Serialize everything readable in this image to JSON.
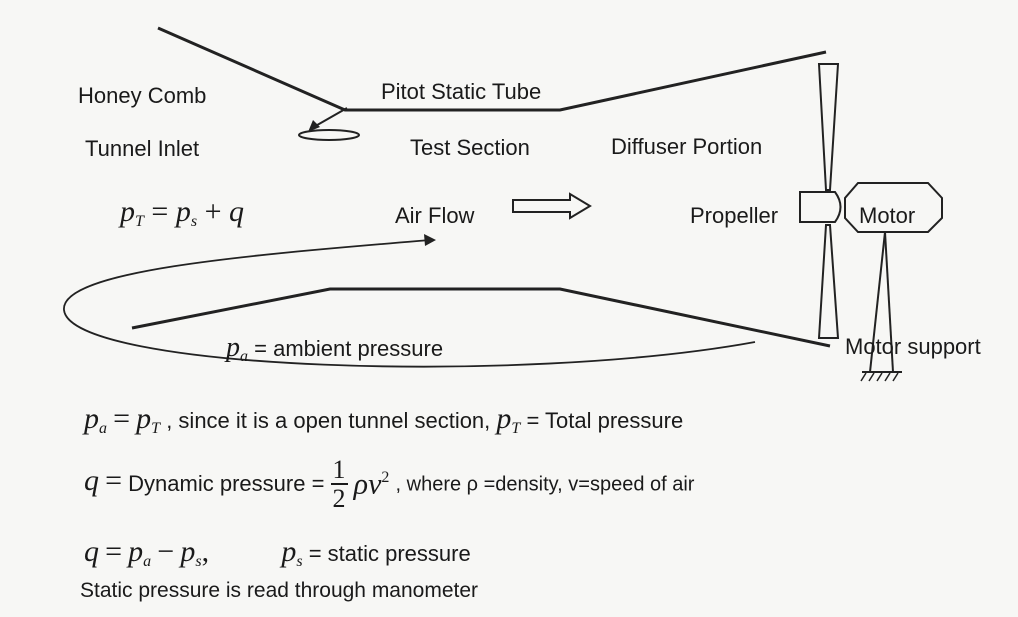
{
  "labels": {
    "honey_comb": "Honey Comb",
    "pitot_static_tube": "Pitot Static Tube",
    "tunnel_inlet": "Tunnel Inlet",
    "test_section": "Test Section",
    "diffuser_portion": "Diffuser Portion",
    "air_flow": "Air Flow",
    "propeller": "Propeller",
    "motor": "Motor",
    "motor_support": "Motor support"
  },
  "equations": {
    "total_pressure_eq": {
      "lhs": "p",
      "lhs_sub": "T",
      "eq": "=",
      "term1": "p",
      "term1_sub": "s",
      "plus": "+",
      "term2": "q"
    },
    "ambient": {
      "var": "p",
      "sub": "a",
      "text": "= ambient pressure"
    },
    "line1": {
      "var1": "p",
      "sub1": "a",
      "eq": "=",
      "var2": "p",
      "sub2": "T",
      "text": ", since it is a open tunnel section,",
      "var3": "p",
      "sub3": "T",
      "text2": "= Total pressure"
    },
    "line2": {
      "var": "q",
      "eq": "=",
      "text": "Dynamic pressure =",
      "frac_num": "1",
      "frac_den": "2",
      "rho_v": "ρv",
      "exp": "2",
      "text2": ", where ρ =density, v=speed of air"
    },
    "line3": {
      "var": "q",
      "eq": "=",
      "var2": "p",
      "sub2": "a",
      "minus": "−",
      "var3": "p",
      "sub3": "s",
      "comma": ",",
      "var4": "p",
      "sub4": "s",
      "text": "= static pressure"
    },
    "line4": "Static pressure is read through manometer"
  }
}
